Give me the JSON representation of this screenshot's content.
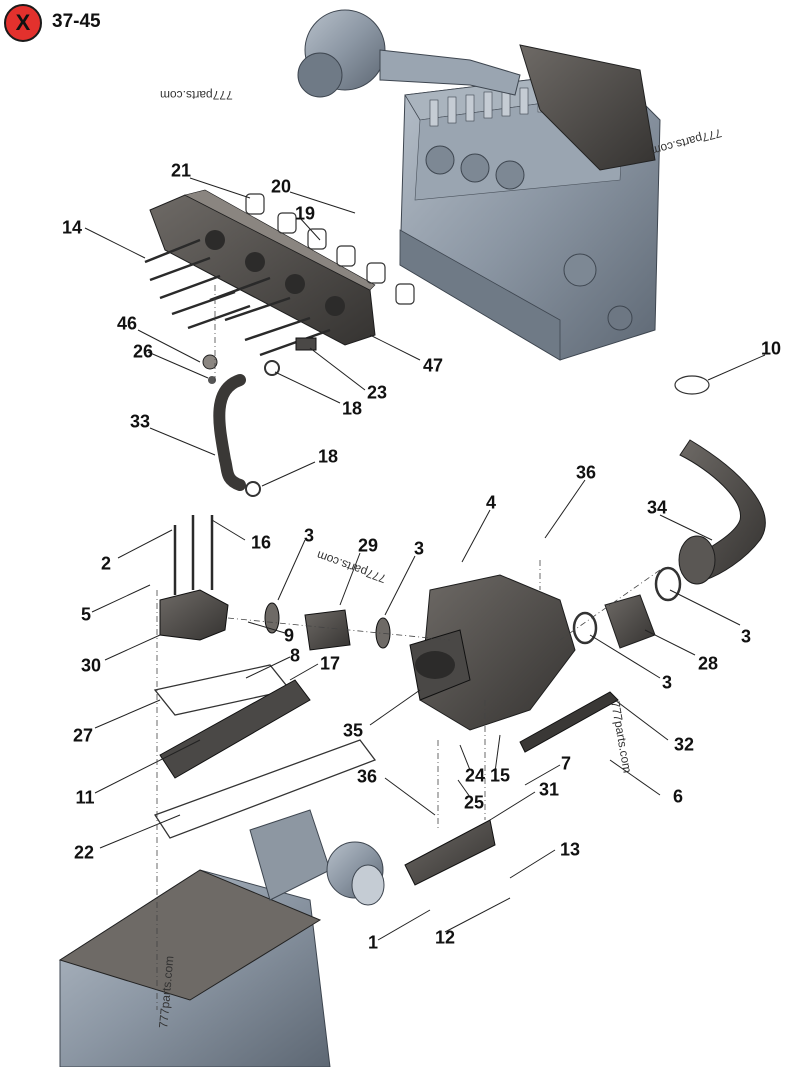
{
  "header": {
    "close_symbol": "X",
    "page_ref": "37-45"
  },
  "watermark": "777parts.com",
  "callouts": [
    "21",
    "20",
    "19",
    "14",
    "46",
    "26",
    "47",
    "23",
    "18",
    "33",
    "18",
    "10",
    "36",
    "4",
    "34",
    "16",
    "2",
    "3",
    "29",
    "3",
    "5",
    "9",
    "30",
    "8",
    "17",
    "27",
    "35",
    "3",
    "28",
    "3",
    "32",
    "11",
    "36",
    "24",
    "15",
    "7",
    "31",
    "25",
    "6",
    "22",
    "13",
    "1",
    "12"
  ],
  "colors": {
    "badge_red": "#e3312d",
    "engine_metal": "#8b96a3",
    "dark_part": "#4a4846",
    "text": "#111111"
  },
  "icons": {
    "close": "close-icon"
  }
}
